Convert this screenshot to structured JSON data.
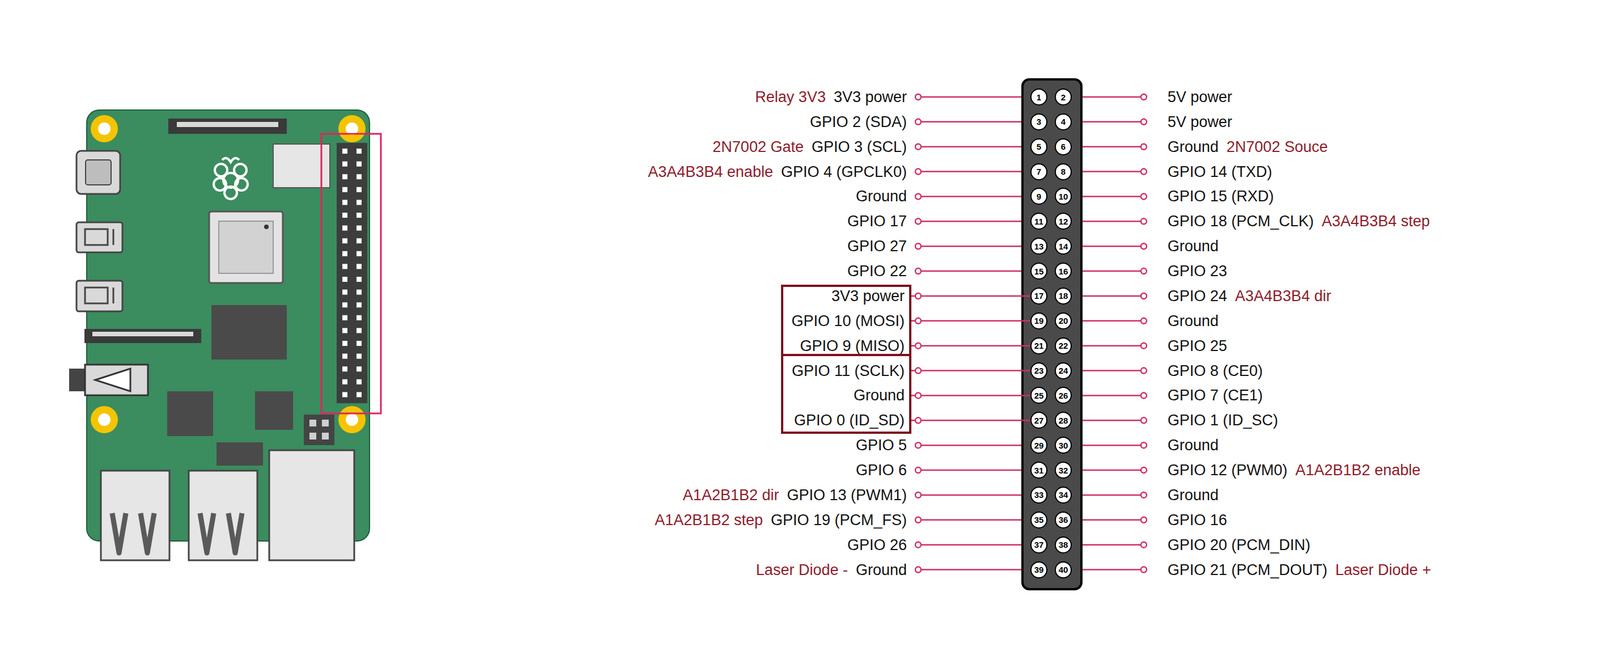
{
  "diagram": {
    "nodes": [
      {
        "text": [
          "1"
        ]
      },
      {
        "text": [
          "2"
        ]
      },
      {
        "text": [
          "3"
        ]
      },
      {
        "text": [
          "4"
        ]
      },
      {
        "text": [
          "5"
        ]
      },
      {
        "text": [
          "6"
        ]
      },
      {
        "text": [
          "7"
        ]
      },
      {
        "text": [
          "8"
        ]
      },
      {
        "text": [
          "9"
        ]
      },
      {
        "text": [
          "10"
        ]
      },
      {
        "text": [
          "11"
        ]
      },
      {
        "text": [
          "12"
        ]
      },
      {
        "text": [
          "13"
        ]
      },
      {
        "text": [
          "14"
        ]
      },
      {
        "text": [
          "15"
        ]
      },
      {
        "text": [
          "16"
        ]
      },
      {
        "text": [
          "17"
        ]
      },
      {
        "text": [
          "18"
        ]
      },
      {
        "text": [
          "19"
        ]
      },
      {
        "text": [
          "20"
        ]
      },
      {
        "text": [
          "21"
        ]
      },
      {
        "text": [
          "22"
        ]
      },
      {
        "text": [
          "23"
        ]
      },
      {
        "text": [
          "24"
        ]
      },
      {
        "text": [
          "25"
        ]
      },
      {
        "text": [
          "26"
        ]
      },
      {
        "text": [
          "27"
        ]
      },
      {
        "text": [
          "28"
        ]
      },
      {
        "text": [
          "29"
        ]
      },
      {
        "text": [
          "30"
        ]
      },
      {
        "text": [
          "31"
        ]
      },
      {
        "text": [
          "32"
        ]
      },
      {
        "text": [
          "33"
        ]
      },
      {
        "text": [
          "34"
        ]
      },
      {
        "text": [
          "35"
        ]
      },
      {
        "text": [
          "36"
        ]
      },
      {
        "text": [
          "37"
        ]
      },
      {
        "text": [
          "38"
        ]
      },
      {
        "text": [
          "39"
        ]
      },
      {
        "text": [
          "40"
        ]
      },
      {
        "text": [
          "3V3 power",
          "GPIO 10 (MOSI)",
          "GPIO 9 (MISO)"
        ]
      },
      {
        "text": [
          "GPIO 11 (SCLK)",
          "Ground",
          "GPIO 0 (ID_SD)"
        ]
      }
    ],
    "edges": [
      {
        "from": 40,
        "to": 16,
        "arrow": "none"
      },
      {
        "from": 40,
        "to": 18,
        "arrow": "none"
      },
      {
        "from": 40,
        "to": 20,
        "arrow": "none"
      },
      {
        "from": 41,
        "to": 22,
        "arrow": "none"
      },
      {
        "from": 41,
        "to": 24,
        "arrow": "none"
      },
      {
        "from": 41,
        "to": 26,
        "arrow": "none"
      }
    ],
    "labels": [
      "Relay 3V3",
      "3V3 power",
      "5V power",
      "GPIO 2 (SDA)",
      "5V power",
      "2N7002 Gate",
      "GPIO 3 (SCL)",
      "Ground",
      "2N7002 Souce",
      "A3A4B3B4 enable",
      "GPIO 4 (GPCLK0)",
      "GPIO 14 (TXD)",
      "Ground",
      "GPIO 15 (RXD)",
      "GPIO 17",
      "GPIO 18 (PCM_CLK)",
      "A3A4B3B4 step",
      "GPIO 27",
      "Ground",
      "GPIO 22",
      "GPIO 23",
      "GPIO 24",
      "A3A4B3B4 dir",
      "Ground",
      "GPIO 25",
      "GPIO 8 (CE0)",
      "GPIO 7 (CE1)",
      "GPIO 1 (ID_SC)",
      "GPIO 5",
      "Ground",
      "GPIO 6",
      "GPIO 12 (PWM0)",
      "A1A2B1B2 enable",
      "A1A2B1B2 dir",
      "GPIO 13 (PWM1)",
      "Ground",
      "A1A2B1B2 step",
      "GPIO 19 (PCM_FS)",
      "GPIO 16",
      "GPIO 26",
      "GPIO 20 (PCM_DIN)",
      "Laser Diode -",
      "Ground",
      "GPIO 21 (PCM_DOUT)",
      "Laser Diode +"
    ]
  }
}
